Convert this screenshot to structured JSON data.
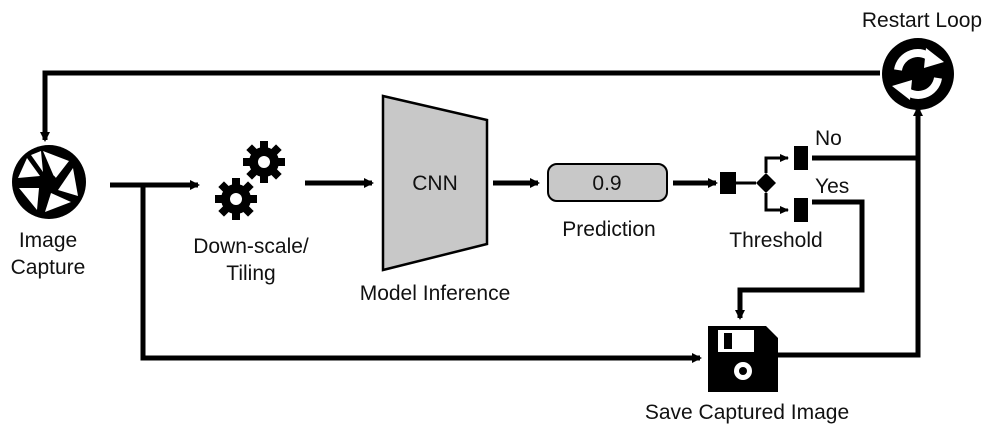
{
  "nodes": {
    "image_capture": {
      "label_line1": "Image",
      "label_line2": "Capture",
      "icon": "camera-aperture-icon"
    },
    "downscale": {
      "label_line1": "Down-scale/",
      "label_line2": "Tiling",
      "icon": "gears-icon"
    },
    "model": {
      "box_label": "CNN",
      "caption": "Model Inference"
    },
    "prediction": {
      "value": "0.9",
      "caption": "Prediction"
    },
    "threshold": {
      "caption": "Threshold",
      "no_label": "No",
      "yes_label": "Yes"
    },
    "save": {
      "caption": "Save Captured Image",
      "icon": "floppy-disk-icon"
    },
    "restart": {
      "caption": "Restart Loop",
      "icon": "refresh-icon"
    }
  },
  "colors": {
    "stroke": "#000000",
    "box_fill": "#c8c8c8"
  }
}
